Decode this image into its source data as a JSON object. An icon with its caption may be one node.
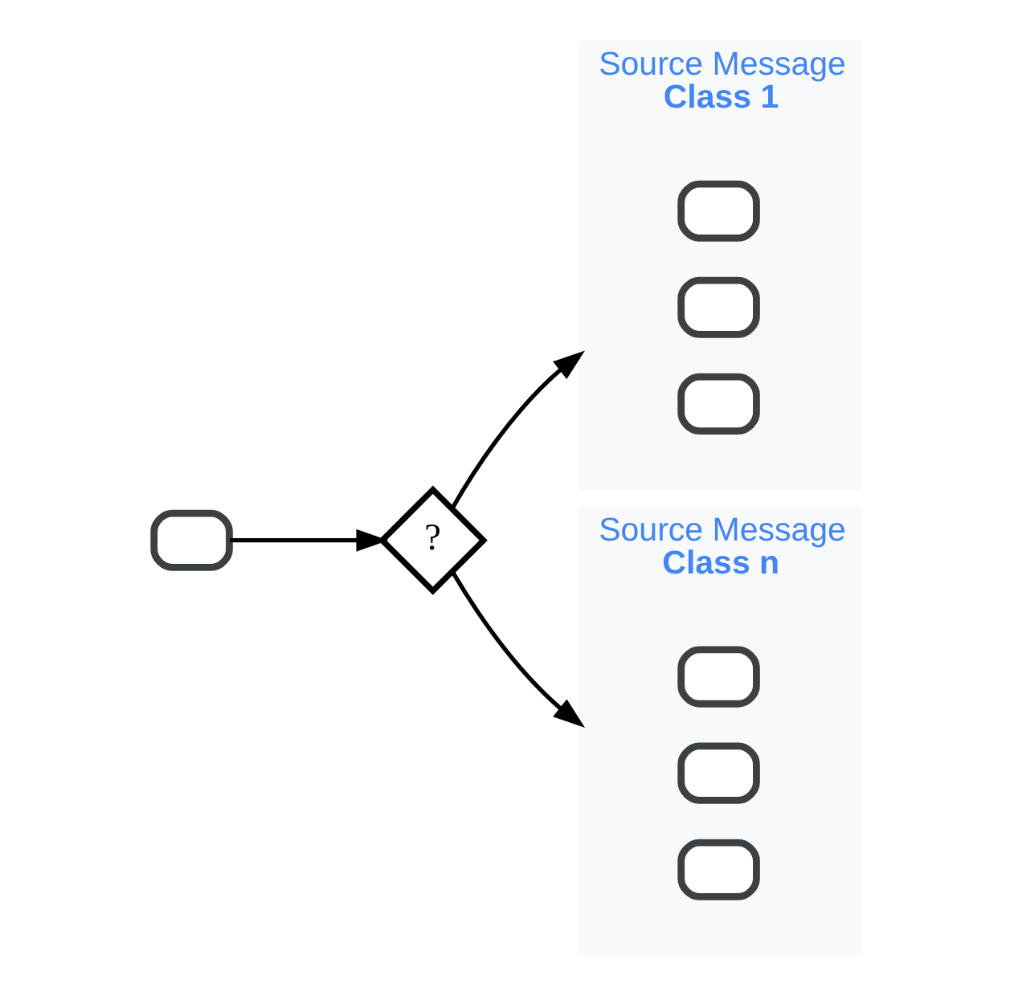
{
  "diagram": {
    "nodes": [
      {
        "text": [],
        "shape": "box"
      },
      {
        "text": [
          "?"
        ]
      },
      {
        "text": [
          "Source Message",
          "Class 1"
        ]
      },
      {
        "text": [],
        "shape": "box",
        "in": 2
      },
      {
        "text": [],
        "shape": "box",
        "in": 2
      },
      {
        "text": [],
        "shape": "box",
        "in": 2
      },
      {
        "text": [
          "Source Message",
          "Class n"
        ]
      },
      {
        "text": [],
        "shape": "box",
        "in": 6
      },
      {
        "text": [],
        "shape": "box",
        "in": 6
      },
      {
        "text": [],
        "shape": "box",
        "in": 6
      }
    ],
    "edges": [
      {
        "from": 0,
        "to": 1,
        "arrow": "to"
      },
      {
        "from": 1,
        "to": 2,
        "arrow": "to"
      },
      {
        "from": 1,
        "to": 6,
        "arrow": "to"
      }
    ]
  }
}
